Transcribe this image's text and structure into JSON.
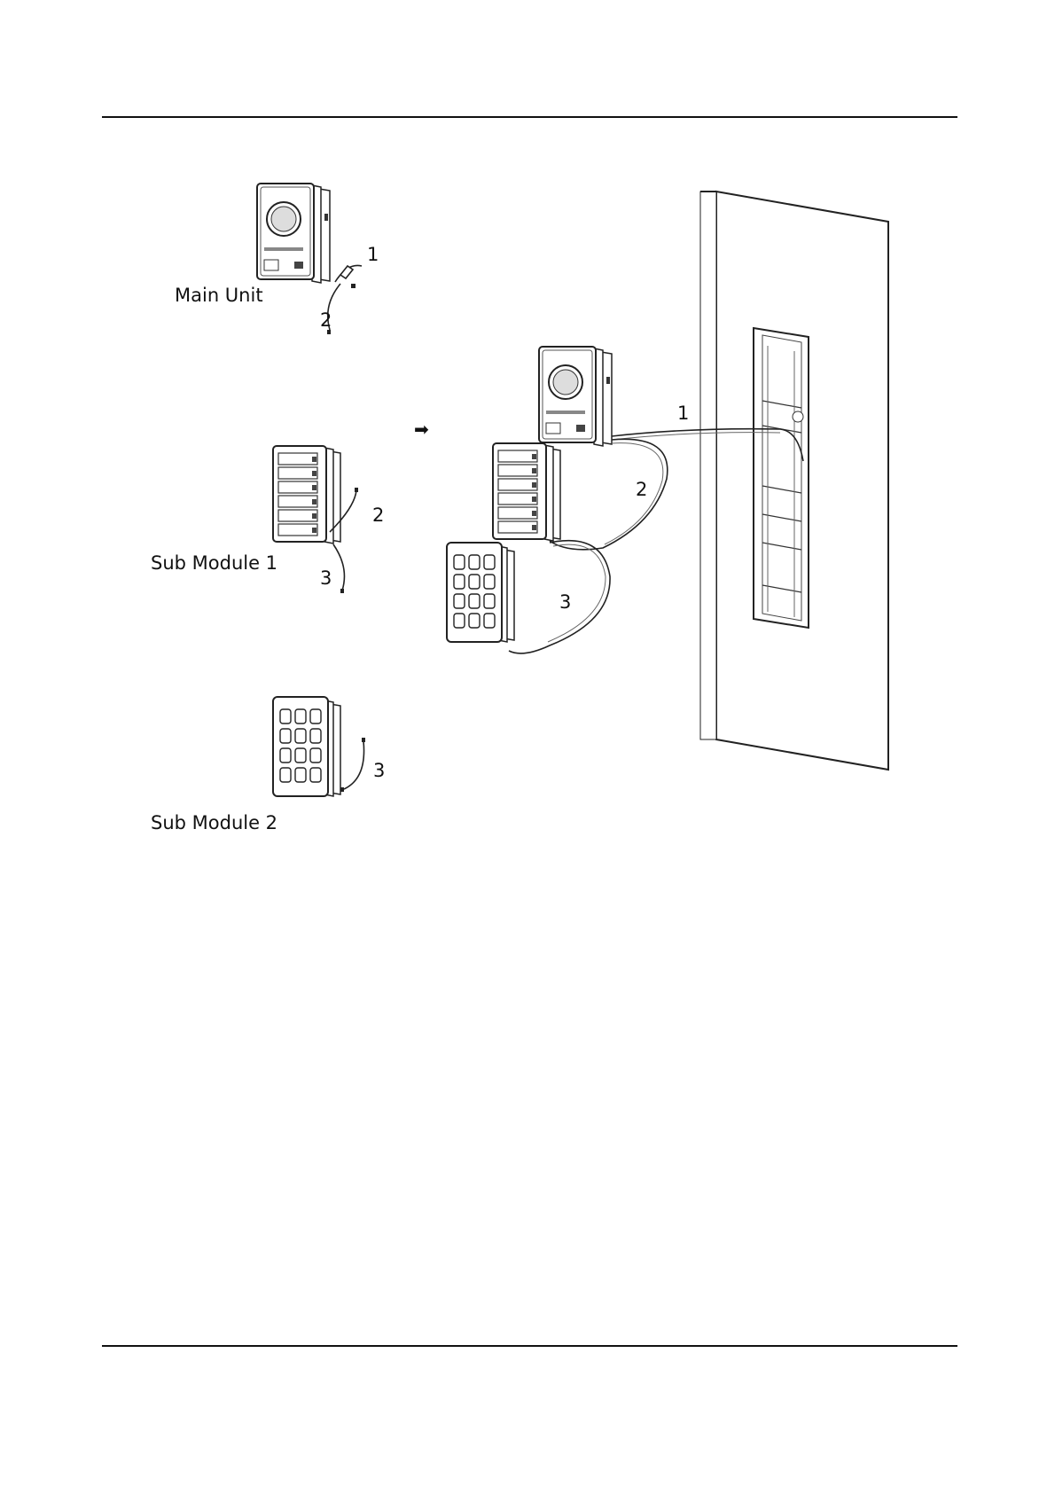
{
  "labels": {
    "main_unit": "Main Unit",
    "sub_module_1": "Sub Module 1",
    "sub_module_2": "Sub Module 2"
  },
  "callouts": {
    "main_1": "1",
    "main_2": "2",
    "sub1_2": "2",
    "sub1_3": "3",
    "sub2_3": "3",
    "assembly_1": "1",
    "assembly_2": "2",
    "assembly_3": "3"
  },
  "arrow": "➡",
  "colors": {
    "line": "#222222",
    "wall": "#ffffff",
    "rule": "#111111"
  }
}
